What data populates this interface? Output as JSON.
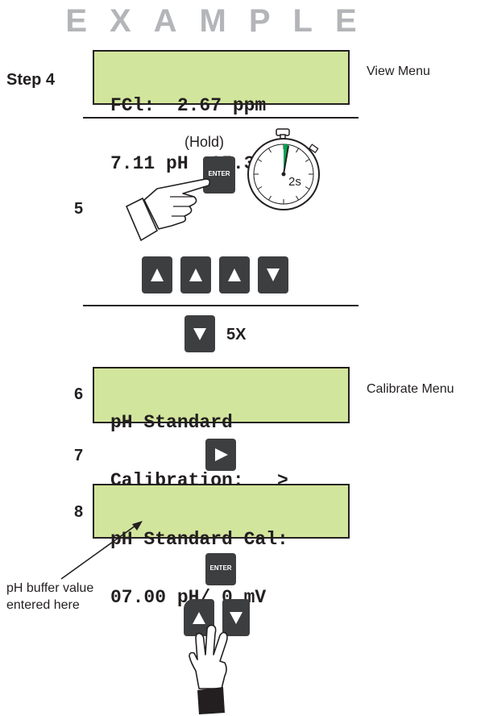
{
  "header": {
    "watermark": "EXAMPLE"
  },
  "steps": {
    "s4": "Step 4",
    "s5": "5",
    "s6": "6",
    "s7": "7",
    "s8": "8"
  },
  "screens": {
    "view": {
      "line1": "FCl:  2.67 ppm",
      "line2": "7.11 pH  25.3°C",
      "menu": "View Menu"
    },
    "calibrate": {
      "line1": "pH Standard",
      "line2": "Calibration:   >",
      "menu": "Calibrate Menu"
    },
    "cal_entry": {
      "line1": "pH Standard Cal:",
      "line2": "07.00 pH/ 0 mV"
    }
  },
  "step5": {
    "hold_label": "(Hold)",
    "enter_key": "ENTER",
    "timer_label": "2s"
  },
  "step5_sequence": [
    "up",
    "up",
    "up",
    "down"
  ],
  "down_repeat": "5X",
  "step8": {
    "enter_key": "ENTER"
  },
  "annotation": {
    "line1": "pH buffer value",
    "line2": "entered here"
  },
  "colors": {
    "lcd": "#d2e59c",
    "key": "#3d3e40",
    "timer_hand": "#00a651",
    "watermark": "#b3b5b8"
  }
}
